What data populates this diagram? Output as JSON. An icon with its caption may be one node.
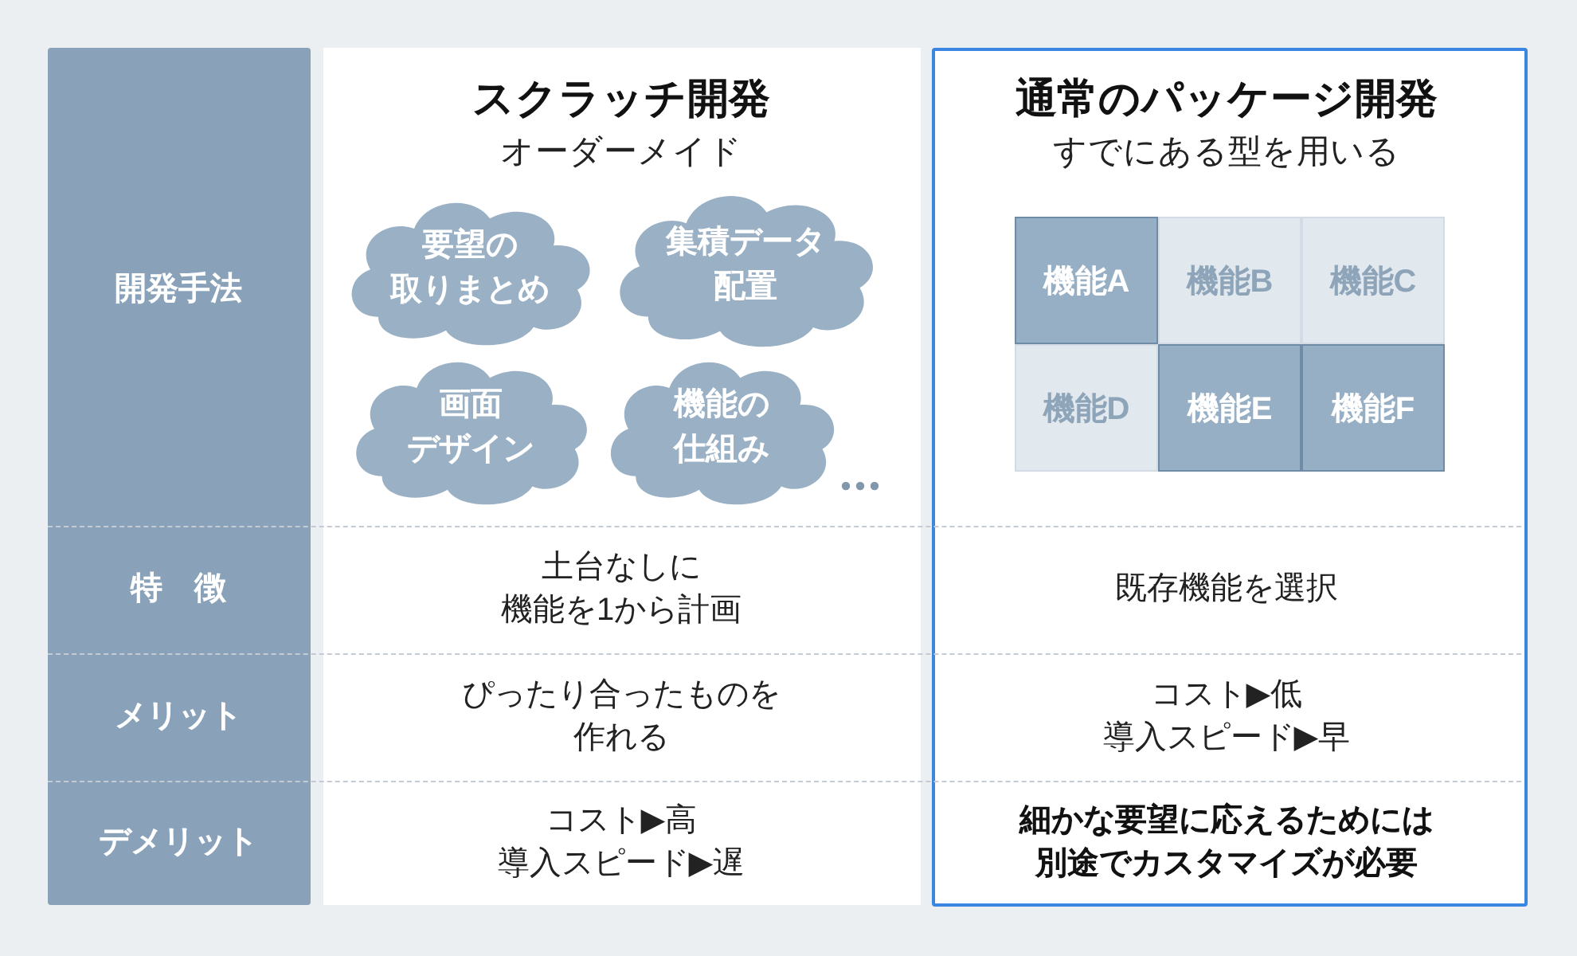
{
  "diagram": {
    "nodes": [
      {
        "text": [
          "要望の取りまとめ"
        ]
      },
      {
        "text": [
          "集積データ配置"
        ]
      },
      {
        "text": [
          "画面デザイン"
        ]
      },
      {
        "text": [
          "機能の仕組み"
        ]
      },
      {
        "text": [
          "機能A"
        ]
      },
      {
        "text": [
          "機能B"
        ]
      },
      {
        "text": [
          "機能C"
        ]
      },
      {
        "text": [
          "機能D"
        ]
      },
      {
        "text": [
          "機能E"
        ]
      },
      {
        "text": [
          "機能F"
        ]
      }
    ],
    "labels": [
      "開発手法",
      "スクラッチ開発",
      "オーダーメイド",
      "通常のパッケージ開発",
      "すでにある型を用いる",
      "特　徴",
      "土台なしに機能を1から計画",
      "既存機能を選択",
      "メリット",
      "ぴったり合ったものを作れる",
      "コスト▶低導入スピード▶早",
      "デメリット",
      "コスト▶高導入スピード▶遅",
      "細かな要望に応えるためには別途でカスタマイズが必要"
    ]
  }
}
